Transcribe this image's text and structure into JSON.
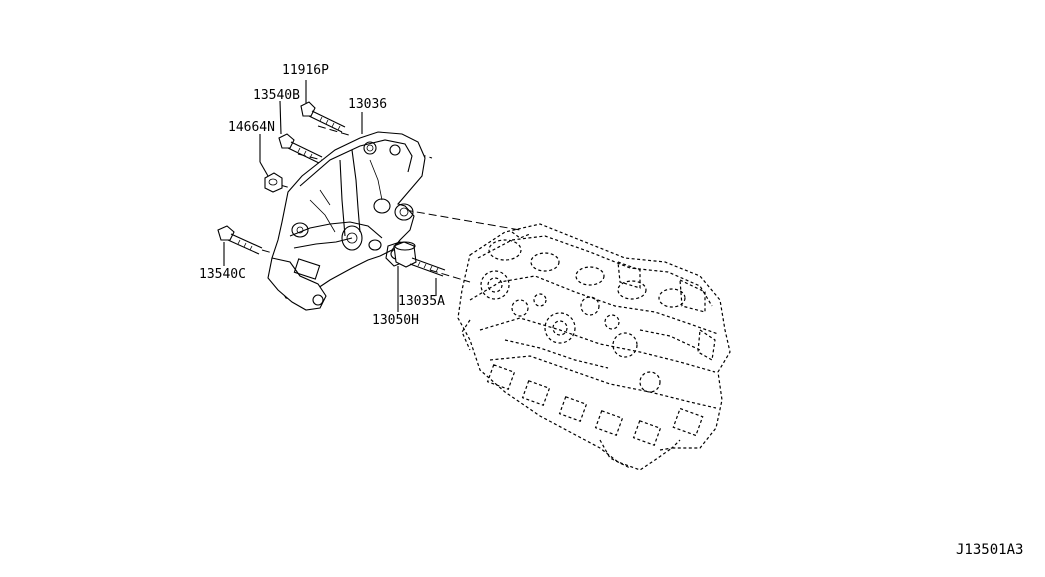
{
  "diagram": {
    "parts": [
      {
        "id": "p1",
        "label": "11916P"
      },
      {
        "id": "p2",
        "label": "13540B"
      },
      {
        "id": "p3",
        "label": "13036"
      },
      {
        "id": "p4",
        "label": "14664N"
      },
      {
        "id": "p5",
        "label": "13540C"
      },
      {
        "id": "p6",
        "label": "13035A"
      },
      {
        "id": "p7",
        "label": "13050H"
      }
    ],
    "figure_code": "J13501A3"
  }
}
